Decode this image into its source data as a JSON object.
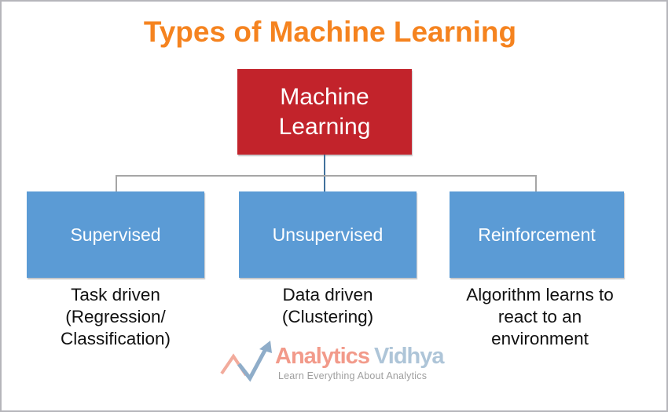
{
  "title": {
    "text": "Types of Machine Learning"
  },
  "root_node": {
    "label": "Machine Learning"
  },
  "branches": [
    {
      "label": "Supervised",
      "description": "Task driven\n(Regression/\nClassification)"
    },
    {
      "label": "Unsupervised",
      "description": "Data driven\n(Clustering)"
    },
    {
      "label": "Reinforcement",
      "description": "Algorithm learns to\nreact to an\nenvironment"
    }
  ],
  "logo": {
    "name": "Analytics",
    "suffix": "Vidhya",
    "tagline": "Learn Everything About Analytics",
    "icon": "trend-arrow-icon"
  },
  "colors": {
    "title_orange": "#f5831f",
    "root_bg": "#c2232b",
    "branch_bg": "#5b9bd5",
    "node_text": "#ffffff",
    "description_text": "#111111",
    "connector_gray": "#a6a6a6",
    "connector_blue": "#41719c",
    "logo_salmon": "#f29a8a",
    "logo_steel_blue": "#aec5d8",
    "tagline_gray": "#9e9e9e",
    "frame_border": "#b6b6bb"
  }
}
